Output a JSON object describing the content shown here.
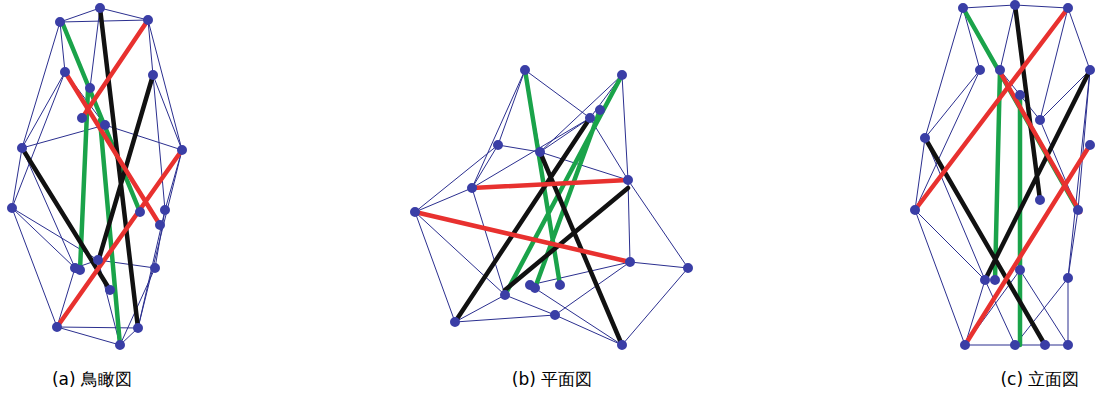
{
  "diagram": {
    "labels": [
      "(a) 鳥瞰図",
      "(b) 平面図",
      "(c) 立面図"
    ]
  }
}
